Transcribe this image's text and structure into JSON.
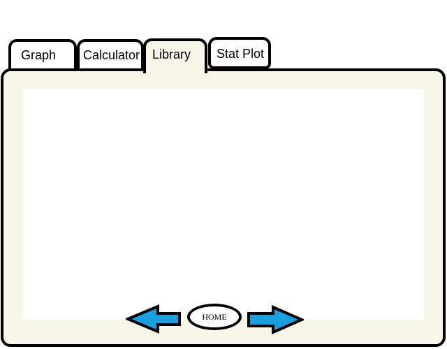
{
  "tabs": {
    "graph": "Graph",
    "calculator": "Calculator",
    "library": "Library",
    "stat_plot": "Stat Plot",
    "active": "Library"
  },
  "navigation": {
    "home_label": "HOME",
    "back_icon": "left-arrow-icon",
    "forward_icon": "right-arrow-icon"
  },
  "colors": {
    "panel_background": "#f8f6e8",
    "screen_background": "#ffffff",
    "arrow_fill": "#1a9fe0",
    "outline": "#000000"
  }
}
